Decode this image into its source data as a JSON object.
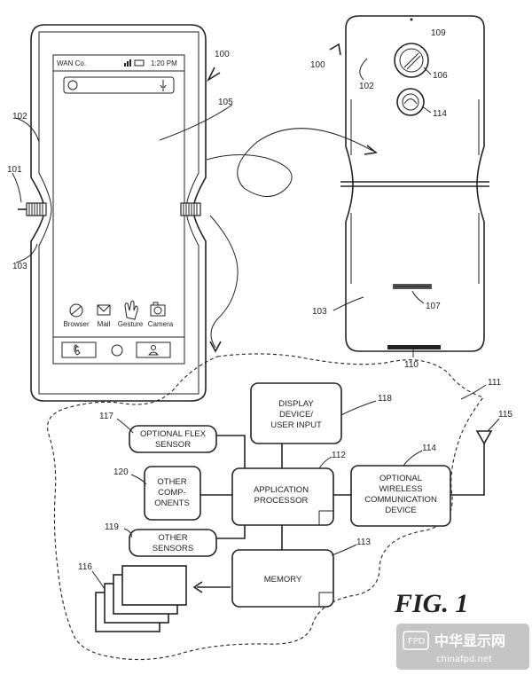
{
  "phone": {
    "carrier": "WAN Co.",
    "time": "1:20 PM",
    "apps": [
      "Browser",
      "Mail",
      "Gesture",
      "Camera"
    ]
  },
  "refs": {
    "r100a": "100",
    "r100b": "100",
    "r101": "101",
    "r102a": "102",
    "r102b": "102",
    "r103a": "103",
    "r103b": "103",
    "r105": "105",
    "r106": "106",
    "r107": "107",
    "r109": "109",
    "r110": "110",
    "r111": "111",
    "r112": "112",
    "r113": "113",
    "r114a": "114",
    "r114b": "114",
    "r115": "115",
    "r116": "116",
    "r117": "117",
    "r118": "118",
    "r119": "119",
    "r120": "120"
  },
  "blocks": {
    "display": [
      "DISPLAY",
      "DEVICE/",
      "USER INPUT"
    ],
    "flex": [
      "OPTIONAL FLEX",
      "SENSOR"
    ],
    "other_components": [
      "OTHER",
      "COMP-",
      "ONENTS"
    ],
    "app_processor": [
      "APPLICATION",
      "PROCESSOR"
    ],
    "wireless": [
      "OPTIONAL",
      "WIRELESS",
      "COMMUNICATION",
      "DEVICE"
    ],
    "other_sensors": [
      "OTHER",
      "SENSORS"
    ],
    "memory": [
      "MEMORY"
    ]
  },
  "figure_label": "FIG. 1",
  "watermark": {
    "name": "中华显示网",
    "site": "chinafpd.net",
    "badge": "FPD"
  }
}
